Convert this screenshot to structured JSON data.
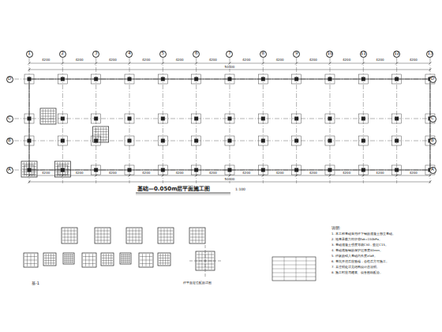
{
  "diagram": {
    "title": "基础—0.050m层平面施工图",
    "nodes": [
      {
        "text": [
          "1"
        ]
      },
      {
        "text": [
          "2"
        ]
      },
      {
        "text": [
          "3"
        ]
      },
      {
        "text": [
          "4"
        ]
      },
      {
        "text": [
          "5"
        ]
      },
      {
        "text": [
          "6"
        ]
      },
      {
        "text": [
          "7"
        ]
      },
      {
        "text": [
          "8"
        ]
      },
      {
        "text": [
          "9"
        ]
      },
      {
        "text": [
          "10"
        ]
      },
      {
        "text": [
          "11"
        ]
      },
      {
        "text": [
          "12"
        ]
      },
      {
        "text": [
          "13"
        ]
      },
      {
        "text": [
          "D"
        ]
      },
      {
        "text": [
          "C"
        ]
      },
      {
        "text": [
          "B"
        ]
      },
      {
        "text": [
          "A"
        ]
      },
      {
        "text": [
          "D"
        ]
      },
      {
        "text": [
          "C"
        ]
      },
      {
        "text": [
          "B"
        ]
      },
      {
        "text": [
          "A"
        ]
      }
    ],
    "labels": [
      "1:100",
      "4200",
      "4200",
      "4200",
      "4200",
      "4200",
      "4200",
      "4200",
      "4200",
      "4200",
      "4200",
      "4200",
      "4200",
      "50400",
      "4200",
      "4200",
      "4200",
      "4200",
      "4200",
      "4200",
      "4200",
      "4200",
      "4200",
      "4200",
      "4200",
      "4200",
      "50400",
      "基-1",
      "柱平面定位配筋详图",
      "说明:",
      "1. 本工程基础采用柱下钢筋混凝土独立基础。",
      "2. 地基承载力特征值fak=150kPa。",
      "3. 基础混凝土强度等级C30，垫层C15。",
      "4. 基础底板钢筋保护层厚度40mm。",
      "5. 柱纵筋锚入基础内长度≥laE。",
      "6. 基坑开挖后应验槽，合格后方可施工。",
      "7. 未注明处详见结构设计总说明。",
      "8. 施工时应与建筑、设备图纸配合。"
    ]
  }
}
